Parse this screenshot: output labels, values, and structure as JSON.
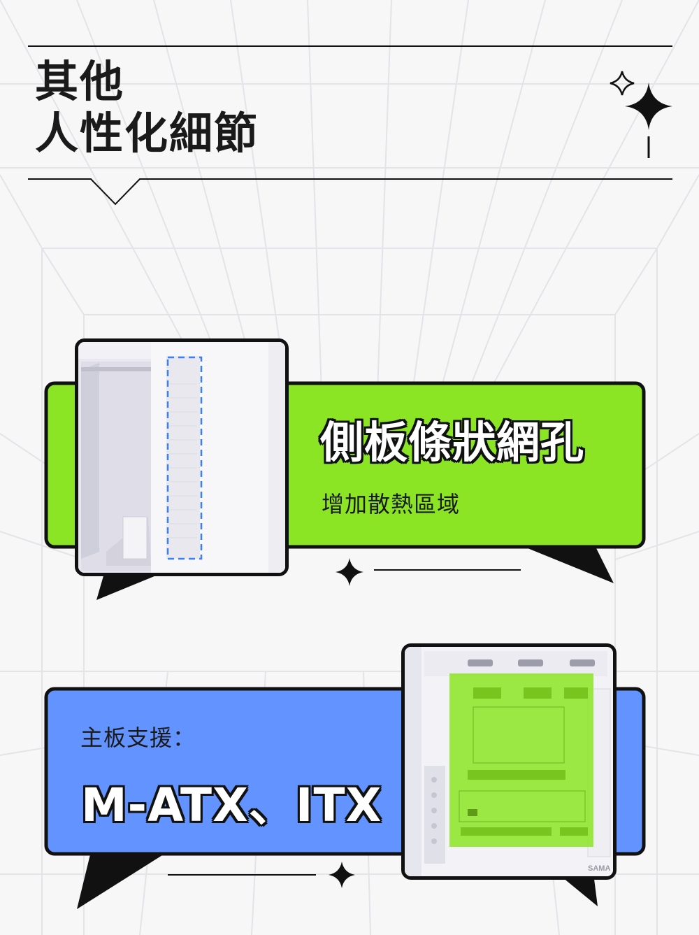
{
  "header": {
    "title_line1": "其他",
    "title_line2": "人性化細節"
  },
  "panel_side_mesh": {
    "title": "側板條狀網孔",
    "subtitle": "增加散熱區域",
    "color": "#8be524",
    "photo_highlight_color": "#3b7ff5"
  },
  "panel_motherboard": {
    "subtitle": "主板支援：",
    "title": "M-ATX、ITX",
    "color": "#6293ff",
    "photo_highlight_color": "#8be524",
    "photo_brand_text": "SAMA"
  },
  "colors": {
    "background": "#f7f7f8",
    "outline": "#111111",
    "text": "#1a1a1a"
  },
  "icons": [
    "sparkle-icon",
    "sparkle-outline-icon"
  ]
}
